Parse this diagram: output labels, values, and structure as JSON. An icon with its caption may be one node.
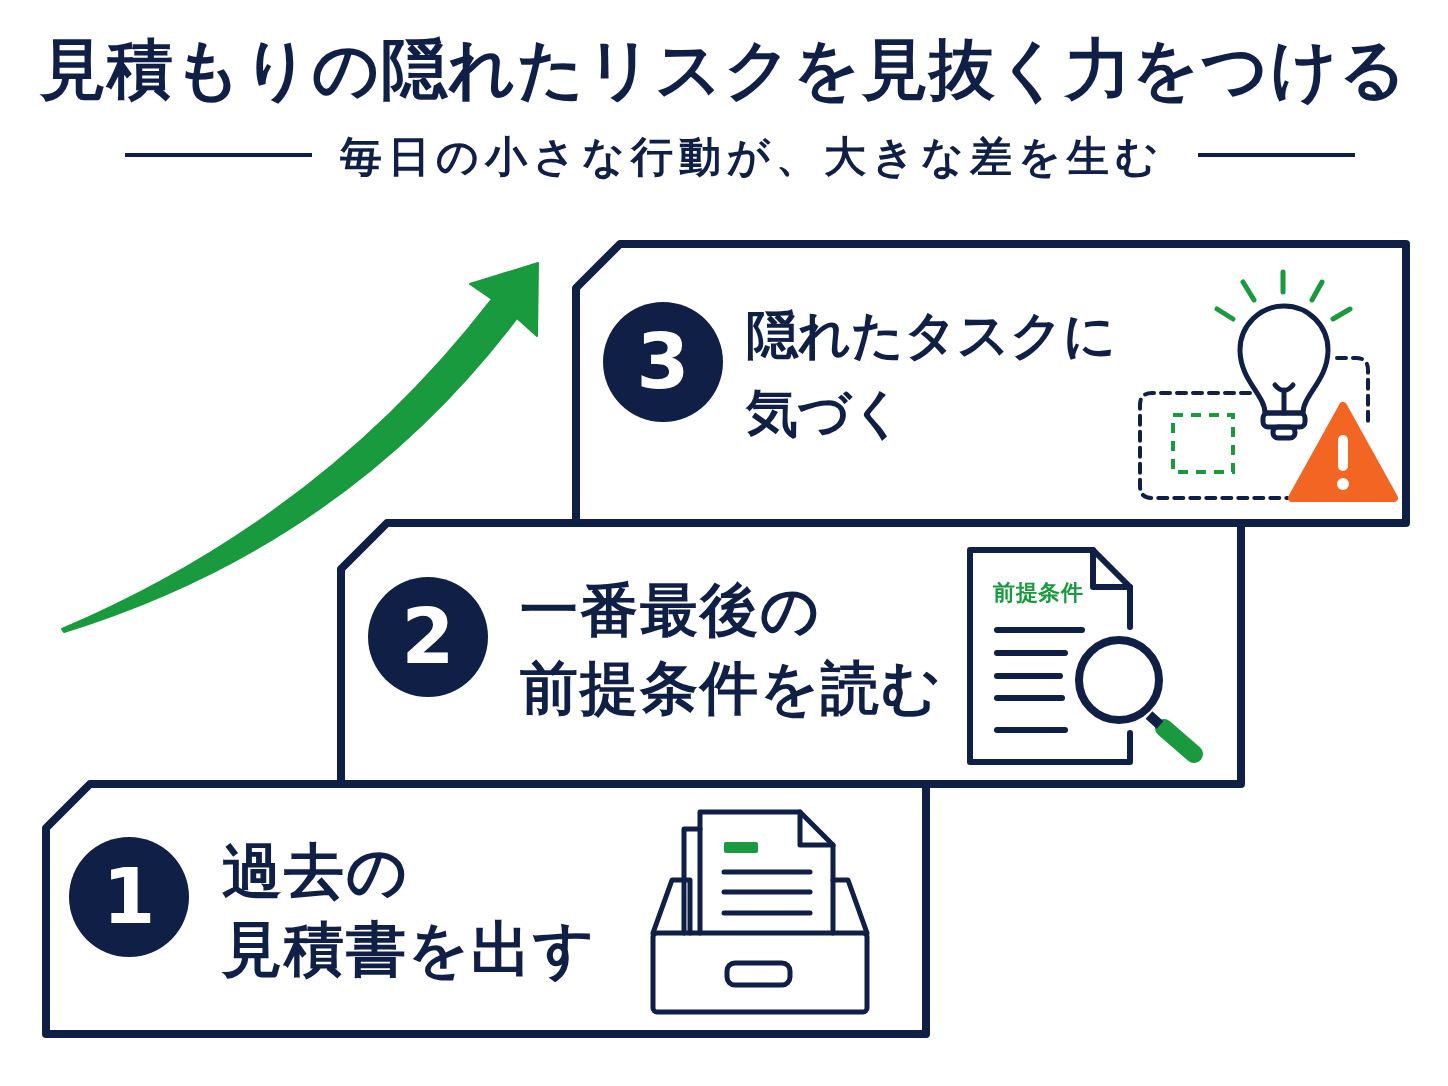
{
  "diagram": {
    "title": "見積もりの隠れたリスクを見抜く力をつける",
    "nodes": [
      {
        "text": [
          "過去の見積書を出す"
        ]
      },
      {
        "text": [
          "1"
        ],
        "in": 0
      },
      {
        "text": [
          "一番最後の前提条件を読む",
          "前提条件"
        ]
      },
      {
        "text": [
          "2"
        ],
        "in": 2
      },
      {
        "text": [
          "隠れたタスクに気づく"
        ]
      },
      {
        "text": [
          "3"
        ],
        "in": 4
      }
    ],
    "labels": [
      "毎日の小さな行動が、大きな差を生む"
    ]
  }
}
